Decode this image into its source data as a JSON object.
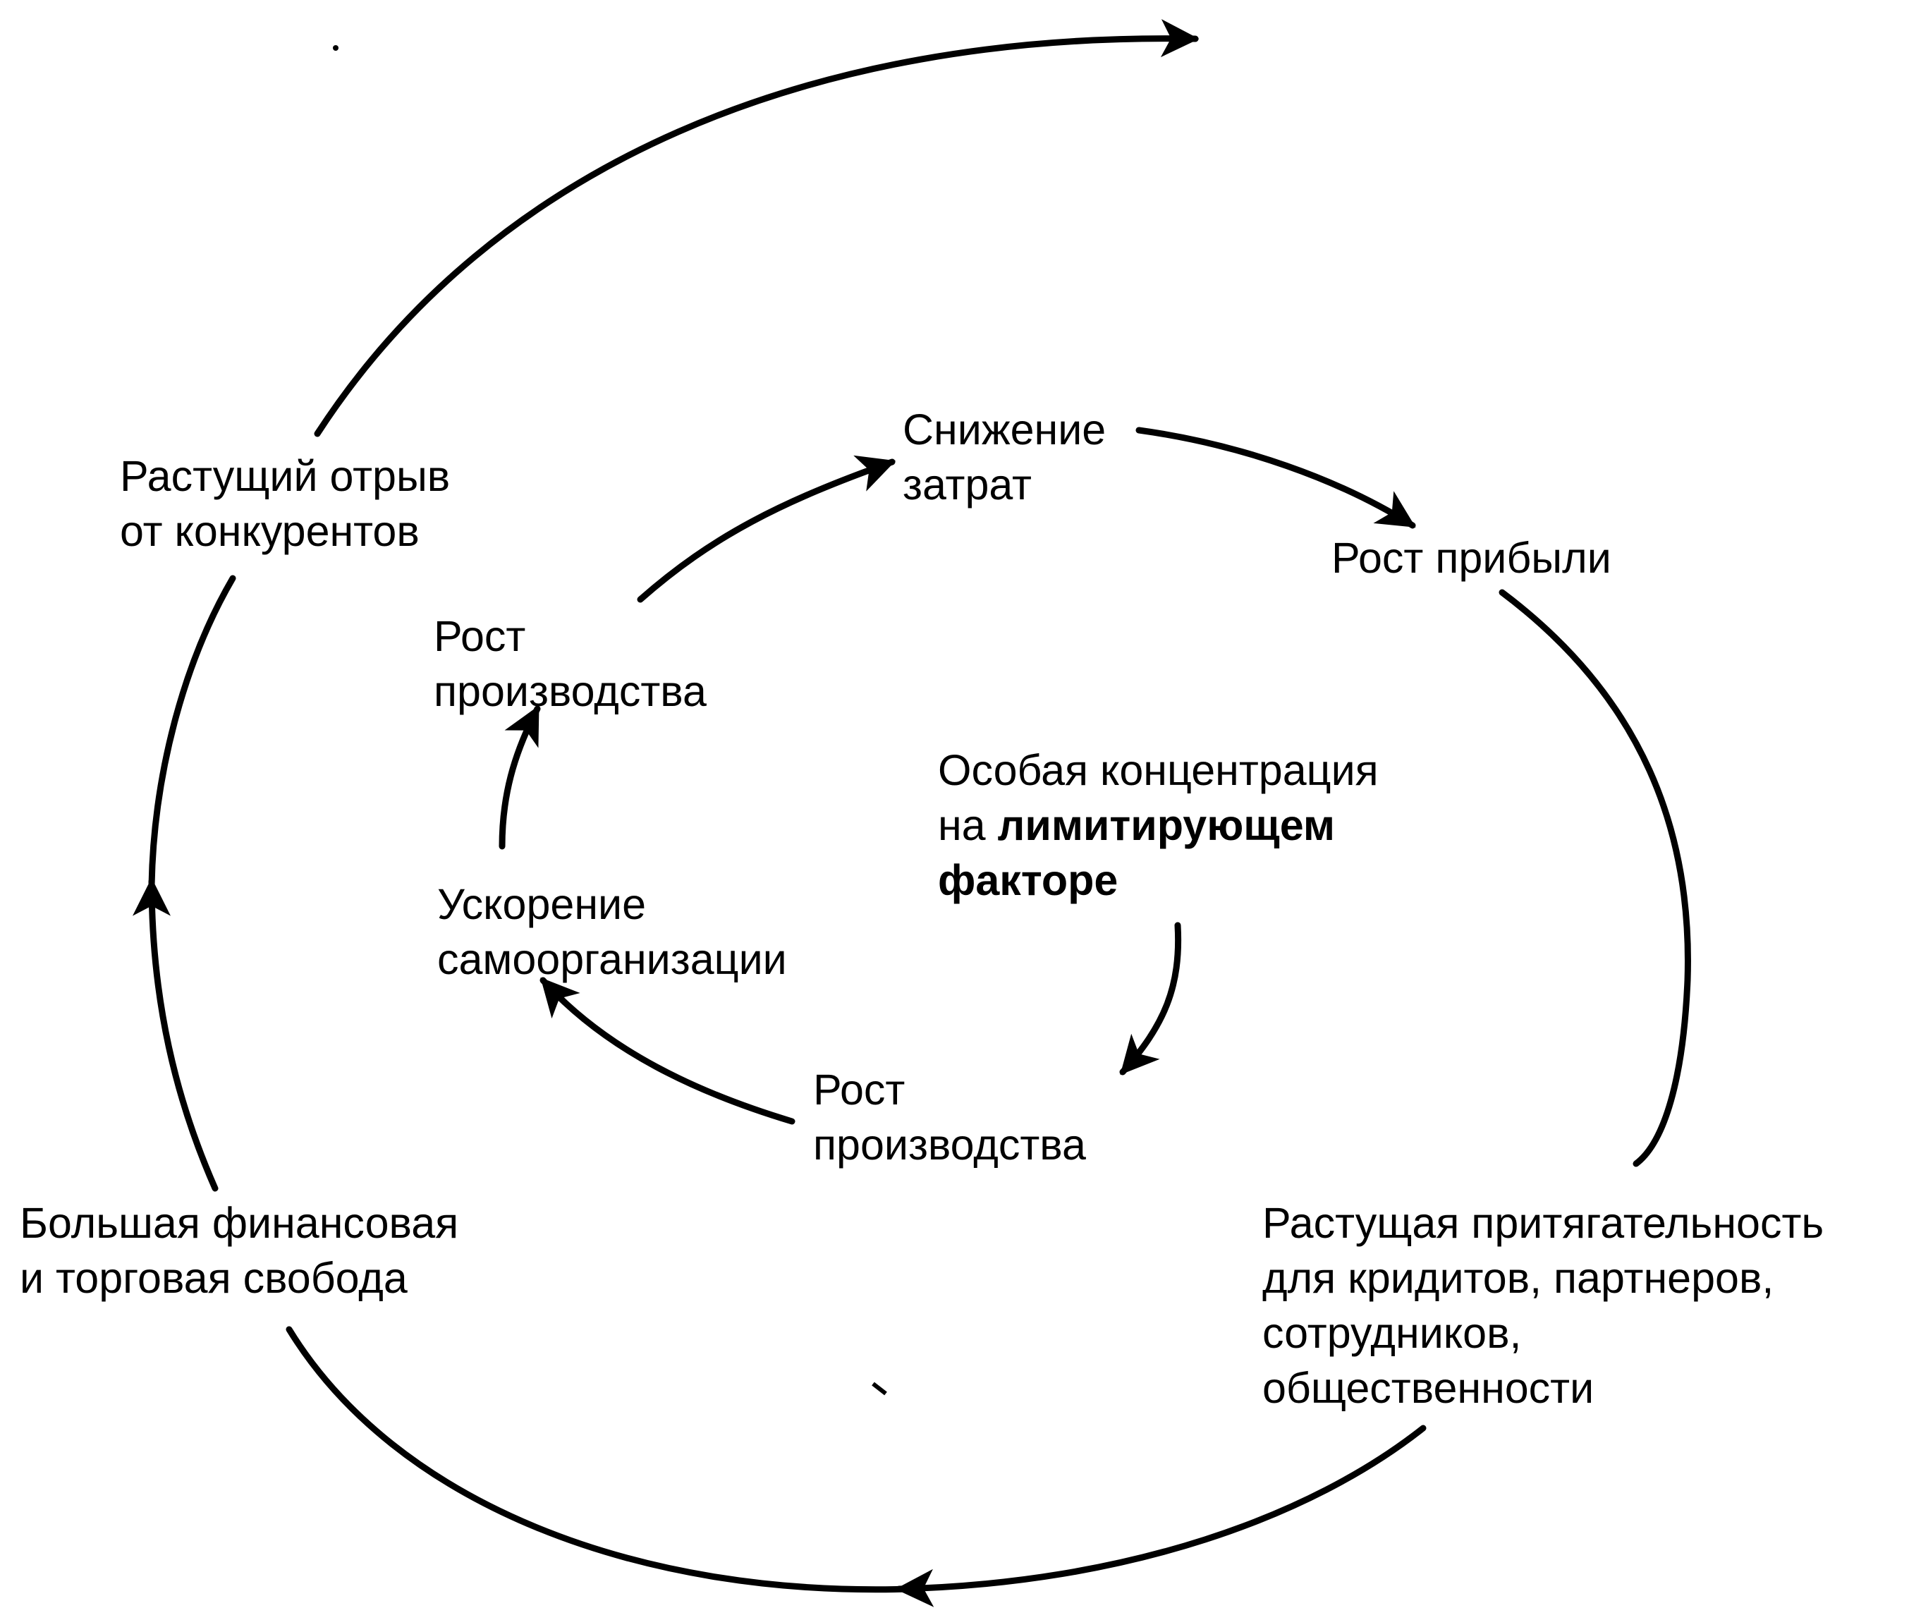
{
  "diagram": {
    "nodes": {
      "growing_gap": {
        "lines": [
          "Растущий отрыв",
          "от конкурентов"
        ]
      },
      "cost_reduction": {
        "lines": [
          "Снижение",
          "затрат"
        ]
      },
      "profit_growth": {
        "lines": [
          "Рост прибыли"
        ]
      },
      "production_growth_upper": {
        "lines": [
          "Рост",
          "производства"
        ]
      },
      "focus": {
        "line1": "Особая концентрация",
        "line2_prefix": "на ",
        "line2_bold": "лимитирующем",
        "line3_bold": "факторе"
      },
      "self_org_acceleration": {
        "lines": [
          "Ускорение",
          "самоорганизации"
        ]
      },
      "production_growth_lower": {
        "lines": [
          "Рост",
          "производства"
        ]
      },
      "financial_freedom": {
        "lines": [
          "Большая финансовая",
          "и торговая свобода"
        ]
      },
      "attractiveness": {
        "lines": [
          "Растущая притягательность",
          "для кридитов, партнеров,",
          "сотрудников,",
          "общественности"
        ]
      }
    },
    "edges": [
      {
        "from": "production_growth_upper",
        "to": "cost_reduction"
      },
      {
        "from": "cost_reduction",
        "to": "profit_growth"
      },
      {
        "from": "focus",
        "to": "production_growth_lower"
      },
      {
        "from": "production_growth_lower",
        "to": "self_org_acceleration"
      },
      {
        "from": "self_org_acceleration",
        "to": "production_growth_upper"
      },
      {
        "from": "profit_growth",
        "to": "attractiveness"
      },
      {
        "from": "attractiveness",
        "to": "financial_freedom"
      },
      {
        "from": "financial_freedom",
        "to": "growing_gap"
      },
      {
        "from": "growing_gap",
        "to": "outward"
      }
    ],
    "colors": {
      "ink": "#000000",
      "background": "#ffffff"
    }
  }
}
